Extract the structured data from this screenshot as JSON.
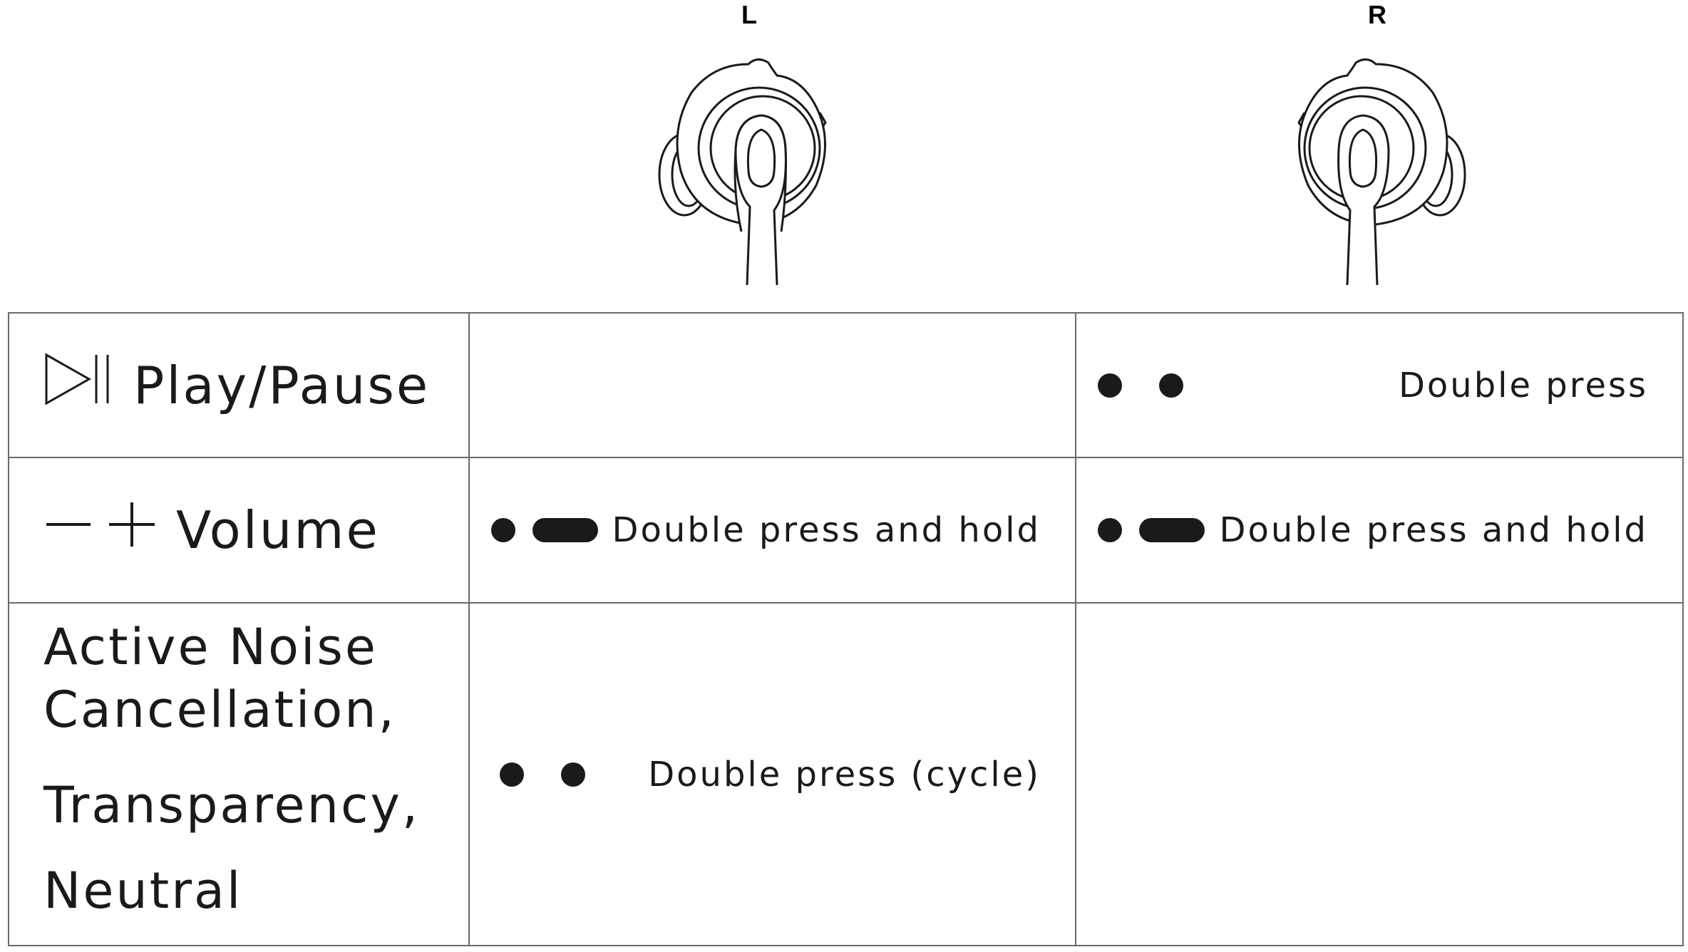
{
  "earbuds": {
    "left_label": "L",
    "right_label": "R"
  },
  "table": {
    "rows": [
      {
        "function_icon": "play-pause-icon",
        "function": "Play/Pause",
        "left": null,
        "right": {
          "symbol": "dot-dot",
          "text": "Double press"
        }
      },
      {
        "function_icon": "volume-minus-plus-icon",
        "function": "Volume",
        "left": {
          "symbol": "dot-dash",
          "text": "Double press and hold"
        },
        "right": {
          "symbol": "dot-dash",
          "text": "Double press and hold"
        }
      },
      {
        "function_lines": [
          "Active Noise",
          "Cancellation,",
          "Transparency,",
          "Neutral"
        ],
        "left": {
          "symbol": "dot-dot",
          "text": "Double press (cycle)"
        },
        "right": null
      }
    ]
  },
  "colors": {
    "ink": "#1a1a1a",
    "grid": "#6a6a6a",
    "background": "#ffffff"
  }
}
